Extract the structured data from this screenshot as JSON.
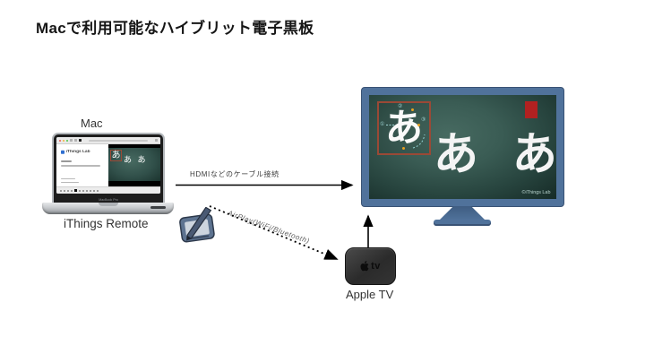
{
  "slide": {
    "title": "Macで利用可能なハイブリット電子黒板"
  },
  "mac": {
    "label": "Mac",
    "caption": "iThings Remote",
    "model_text": "MacBook Pro",
    "window_logo_text": "iThings Lab",
    "preview_boxed_char": "あ",
    "preview_chars": "あ あ"
  },
  "connections": {
    "hdmi_label": "HDMIなどのケーブル接続",
    "airplay_label": "AirPlay(WiFi/Bluetooth)"
  },
  "apple_tv": {
    "caption": "Apple TV",
    "logo_text": "tv"
  },
  "tv": {
    "stroke_box_char": "あ",
    "stroke_numbers": [
      "①",
      "②",
      "③"
    ],
    "big_chars": "あ あ",
    "copyright": "©iThings Lab"
  },
  "colors": {
    "tv_frame": "#50729b",
    "screen_teal_center": "#476a61",
    "screen_teal_edge": "#162b27",
    "red_marker": "#b12121",
    "stroke_box_border": "#9a4936",
    "stroke_dot_orange": "#e8a020",
    "annotation_cyan": "#9fd4d4"
  }
}
